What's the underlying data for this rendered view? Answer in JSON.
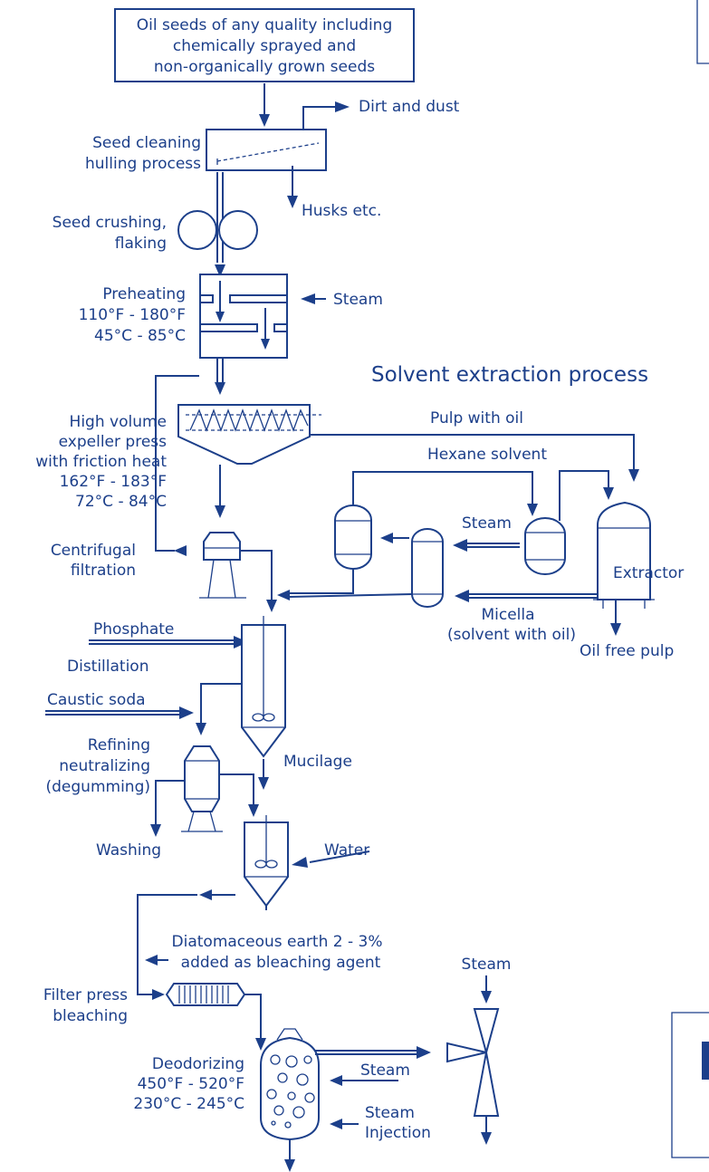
{
  "colors": {
    "ink": "#1c3f8a",
    "background": "#ffffff"
  },
  "input": {
    "line1": "Oil seeds of any quality including",
    "line2": "chemically sprayed and",
    "line3": "non-organically grown seeds"
  },
  "cleaning": {
    "label1": "Seed cleaning",
    "label2": "hulling process",
    "dirt": "Dirt and dust",
    "husks": "Husks etc."
  },
  "crushing": {
    "label1": "Seed crushing,",
    "label2": "flaking"
  },
  "preheating": {
    "label1": "Preheating",
    "label2": "110°F - 180°F",
    "label3": "45°C - 85°C",
    "steam": "Steam"
  },
  "expeller": {
    "label1": "High volume",
    "label2": "expeller press",
    "label3": "with friction heat",
    "label4": "162°F - 183°F",
    "label5": "72°C - 84°C"
  },
  "solvent": {
    "title": "Solvent extraction process",
    "pulp_with_oil": "Pulp with oil",
    "hexane": "Hexane solvent",
    "steam": "Steam",
    "extractor": "Extractor",
    "micella1": "Micella",
    "micella2": "(solvent with oil)",
    "oil_free_pulp": "Oil free pulp"
  },
  "centrifugal": {
    "label1": "Centrifugal",
    "label2": "filtration"
  },
  "degumming": {
    "phosphate": "Phosphate",
    "distillation": "Distillation",
    "caustic": "Caustic soda",
    "mucilage": "Mucilage"
  },
  "refining": {
    "label1": "Refining",
    "label2": "neutralizing",
    "label3": "(degumming)",
    "washing": "Washing",
    "water": "Water"
  },
  "bleaching": {
    "earth1": "Diatomaceous earth 2 - 3%",
    "earth2": "added as bleaching agent",
    "filter1": "Filter press",
    "filter2": "bleaching"
  },
  "deodorizing": {
    "label1": "Deodorizing",
    "label2": "450°F - 520°F",
    "label3": "230°C - 245°C",
    "steam": "Steam",
    "steam_injection1": "Steam",
    "steam_injection2": "Injection",
    "ejector_steam": "Steam"
  }
}
